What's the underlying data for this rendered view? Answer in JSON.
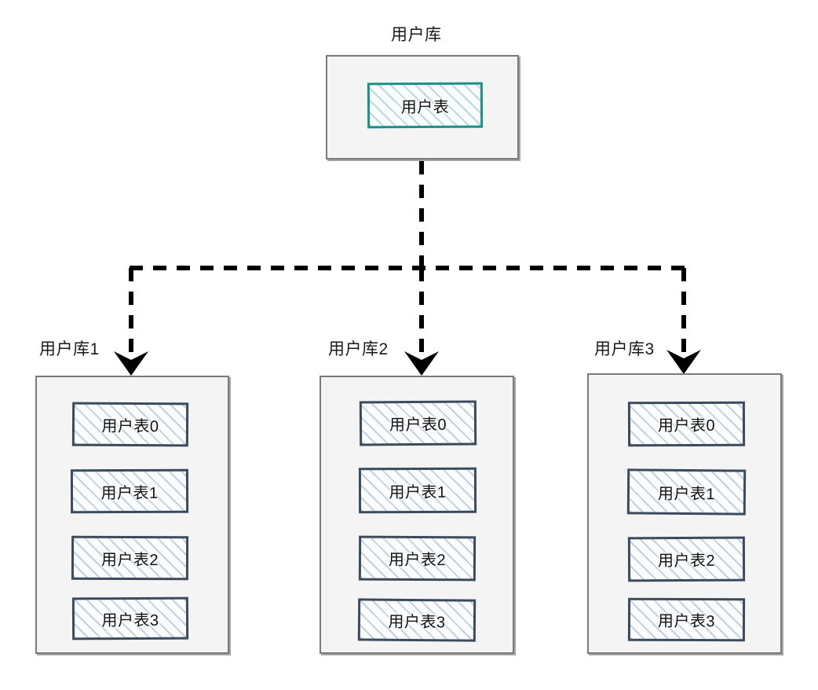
{
  "diagram": {
    "title_top": "用户库",
    "top_table_label": "用户表",
    "shard_label_1": "用户库1",
    "shard_label_2": "用户库2",
    "shard_label_3": "用户库3",
    "table_0": "用户表0",
    "table_1": "用户表1",
    "table_2": "用户表2",
    "table_3": "用户表3",
    "colors": {
      "container_border": "#7a7a7a",
      "container_fill": "#f4f4f4",
      "table_border_blue": "#3b4b5c",
      "table_border_teal": "#17918a",
      "table_hatch_blue": "#96acc4",
      "table_hatch_teal": "#84bcbe",
      "connector": "#000000",
      "text": "#111111",
      "background": "#ffffff"
    }
  }
}
